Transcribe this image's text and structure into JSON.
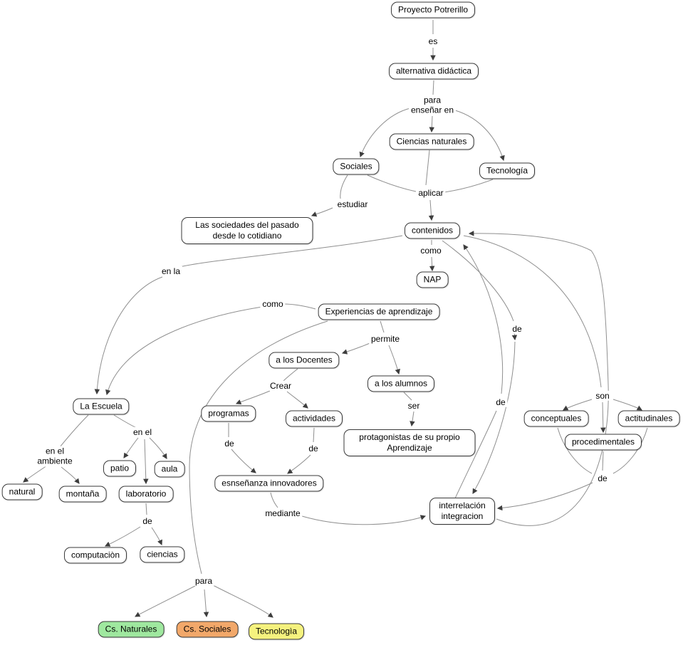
{
  "nodes": {
    "proyecto": {
      "label": "Proyecto Potrerillo"
    },
    "alternativa": {
      "label": "alternativa didáctica"
    },
    "ciencias_naturales": {
      "label": "Ciencias naturales"
    },
    "sociales": {
      "label": "Sociales"
    },
    "tecnologia": {
      "label": "Tecnología"
    },
    "sociedades": {
      "label": "Las sociedades del pasado desde lo cotidiano"
    },
    "contenidos": {
      "label": "contenidos"
    },
    "nap": {
      "label": "NAP"
    },
    "experiencias": {
      "label": "Experiencias de aprendizaje"
    },
    "docentes": {
      "label": "a los Docentes"
    },
    "alumnos": {
      "label": "a los alumnos"
    },
    "programas": {
      "label": "programas"
    },
    "actividades": {
      "label": "actividades"
    },
    "protagonistas": {
      "label": "protagonistas de su propio Aprendizaje"
    },
    "escuela": {
      "label": "La Escuela"
    },
    "patio": {
      "label": "patio"
    },
    "aula": {
      "label": "aula"
    },
    "natural": {
      "label": "natural"
    },
    "montana": {
      "label": "montaña"
    },
    "laboratorio": {
      "label": "laboratorio"
    },
    "computacion": {
      "label": "computaciòn"
    },
    "ciencias": {
      "label": "ciencias"
    },
    "ensenanza": {
      "label": "esnseñanza innovadores"
    },
    "conceptuales": {
      "label": "conceptuales"
    },
    "actitudinales": {
      "label": "actitudinales"
    },
    "procedimentales": {
      "label": "procedimentales"
    },
    "interrelacion": {
      "label": "interrelación integracion"
    },
    "cs_naturales": {
      "label": "Cs. Naturales",
      "color": "#9fe89f"
    },
    "cs_sociales": {
      "label": "Cs. Sociales",
      "color": "#f2a86a"
    },
    "tecnologia_final": {
      "label": "Tecnologìa",
      "color": "#f5f27e"
    }
  },
  "links": {
    "es": "es",
    "para_ensenar": "para\nenseñar en",
    "aplicar": "aplicar",
    "estudiar": "estudiar",
    "como_nap": "como",
    "en_la": "en la",
    "como_escuela": "como",
    "permite": "permite",
    "crear": "Crear",
    "ser": "ser",
    "de_programas": "de",
    "de_actividades": "de",
    "mediante": "mediante",
    "en_el_ambiente": "en el\nambiente",
    "en_el": "en el",
    "de_laboratorio": "de",
    "son": "son",
    "de_contenidos": "de",
    "de_interrelacion": "de",
    "de_tipos": "de",
    "para_final": "para"
  },
  "colors": {
    "line": "#8f8f8f",
    "arrowhead": "#3d3d3d",
    "node_border": "#3a3a3a",
    "cs_naturales_fill": "#9fe89f",
    "cs_sociales_fill": "#f2a86a",
    "tecnologia_fill": "#f5f27e"
  }
}
